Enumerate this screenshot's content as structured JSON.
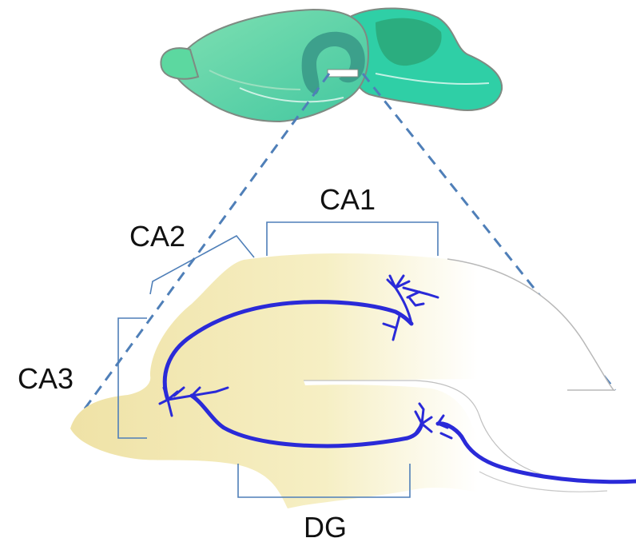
{
  "labels": {
    "ca1": "CA1",
    "ca2": "CA2",
    "ca3": "CA3",
    "dg": "DG"
  },
  "colors": {
    "bracket": "#4f7fb8",
    "zoom_line": "#4f7fb8",
    "neuron": "#2a2ad8",
    "hippocampus_fill": "#f3eab2",
    "brain_green": "#52d4a8",
    "brain_teal": "#2fc7b0",
    "brain_outline": "#7f8a82"
  },
  "icons": {
    "brain": "mouse-brain-sagittal-icon",
    "hippocampus": "hippocampus-slice-icon"
  }
}
